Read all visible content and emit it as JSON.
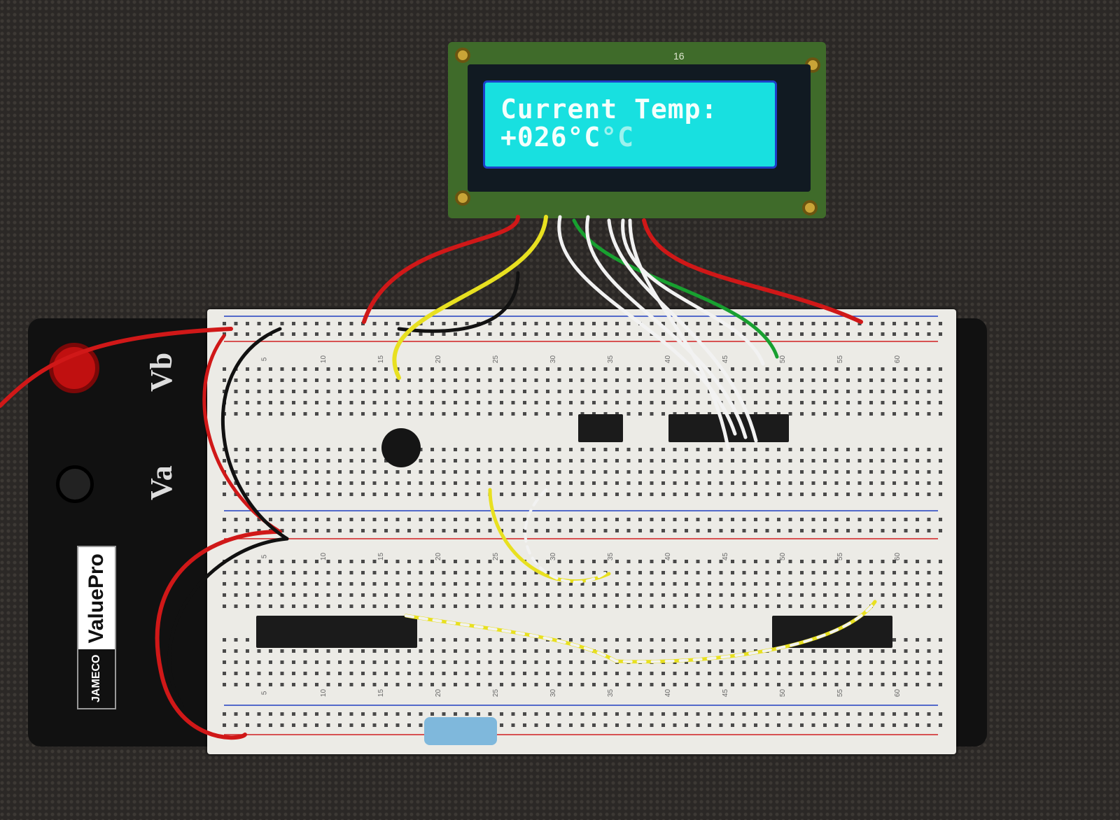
{
  "lcd": {
    "line1": "Current Temp:",
    "line2_main": "+026°C",
    "line2_faint": "°C",
    "pcb_pin_label": "16",
    "screen_color": "#18e0e0"
  },
  "terminals": {
    "vb_label": "Vb",
    "va_label": "Va"
  },
  "logo": {
    "brand": "JAMECO",
    "product": "ValuePro"
  },
  "breadboard": {
    "column_numbers": [
      "5",
      "10",
      "15",
      "20",
      "25",
      "30",
      "35",
      "40",
      "45",
      "50",
      "55",
      "60"
    ]
  }
}
